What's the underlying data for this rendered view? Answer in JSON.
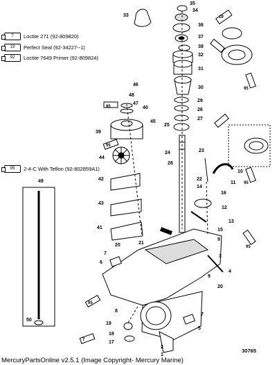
{
  "legend": [
    {
      "code": "7",
      "text": "Loctite 271 (92-809820)"
    },
    {
      "code": "19",
      "text": "Perfect Seal (92-34227--1)"
    },
    {
      "code": "92",
      "text": "Loctite 7649 Primer (92-809824)"
    },
    {
      "code": "95",
      "text": "2-4-C With Teflon (92-802859A1)"
    }
  ],
  "tube_code_95": "95",
  "tube_code_7": "7",
  "tube_code_19": "19",
  "tube_code_92": "92",
  "parts": {
    "p1": "1",
    "p2": "2",
    "p3": "3",
    "p4": "4",
    "p5": "5",
    "p6": "6",
    "p7": "7",
    "p7b": "7",
    "p8": "8",
    "p9": "9",
    "p9b": "9",
    "p10": "10",
    "p11": "11",
    "p12": "12",
    "p13": "13",
    "p14": "14",
    "p15": "15",
    "p16": "16",
    "p17": "17",
    "p18": "18",
    "p19": "19",
    "p20": "20",
    "p20b": "20",
    "p21": "21",
    "p22": "22",
    "p23": "23",
    "p24": "24",
    "p25": "25",
    "p26": "26",
    "p27": "27",
    "p28": "28",
    "p29": "29",
    "p30": "30",
    "p31": "31",
    "p32": "32",
    "p33": "33",
    "p34": "34",
    "p35": "35",
    "p36": "36",
    "p37": "37",
    "p38": "38",
    "p39": "39",
    "p40": "40",
    "p41": "41",
    "p42": "42",
    "p43": "43",
    "p44": "44",
    "p45": "45",
    "p46": "46",
    "p47": "47",
    "p48": "48",
    "p49": "49",
    "p50": "50"
  },
  "footer": "MercuryPartsOnline v2.5.1 (Image Copyright- Mercury Marine)",
  "diagram_id": "30765"
}
